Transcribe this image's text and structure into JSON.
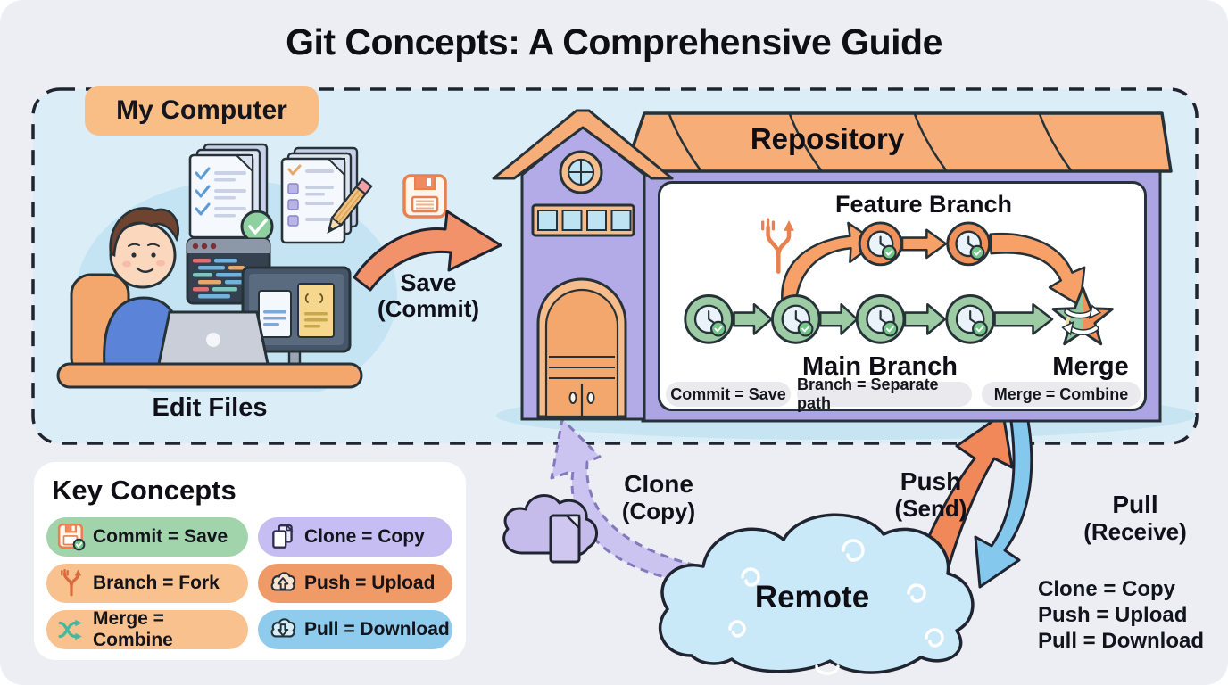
{
  "title": "Git Concepts: A Comprehensive Guide",
  "my_computer": {
    "label": "My Computer",
    "caption": "Edit Files"
  },
  "save_commit": {
    "line1": "Save",
    "line2": "(Commit)"
  },
  "repository": {
    "label": "Repository",
    "feature_branch_label": "Feature Branch",
    "main_branch_label": "Main Branch",
    "merge_label": "Merge",
    "pills": [
      "Commit = Save",
      "Branch = Separate path",
      "Merge = Combine"
    ],
    "main_branch_commits": 4,
    "feature_branch_commits": 2
  },
  "key_concepts": {
    "title": "Key Concepts",
    "items": [
      {
        "label": "Commit = Save",
        "icon": "floppy-disk-icon",
        "color": "#A2D4AC"
      },
      {
        "label": "Clone = Copy",
        "icon": "documents-icon",
        "color": "#C6BEF2"
      },
      {
        "label": "Branch = Fork",
        "icon": "fork-branch-icon",
        "color": "#F9C18D"
      },
      {
        "label": "Push = Upload",
        "icon": "cloud-upload-icon",
        "color": "#F09A68"
      },
      {
        "label": "Merge = Combine",
        "icon": "merge-shuffle-icon",
        "color": "#F9C18D"
      },
      {
        "label": "Pull = Download",
        "icon": "cloud-download-icon",
        "color": "#8ECBEC"
      }
    ]
  },
  "remote": {
    "label": "Remote"
  },
  "flows": {
    "clone": {
      "line1": "Clone",
      "line2": "(Copy)"
    },
    "push": {
      "line1": "Push",
      "line2": "(Send)"
    },
    "pull": {
      "line1": "Pull",
      "line2": "(Receive)"
    }
  },
  "legend": [
    "Clone = Copy",
    "Push = Upload",
    "Pull = Download"
  ],
  "palette": {
    "orange_roof": "#F6AD77",
    "orange_arrow": "#F0885A",
    "orange_light": "#F9BE86",
    "purple_wall": "#ADA4E4",
    "purple_arrow": "#CBC3F0",
    "green_node": "#9CCBA4",
    "blue_arrow": "#85C8EE",
    "box_blue": "#DBEDF7",
    "cloud_blue": "#C9E8F8",
    "page_bg": "#EDEEF3",
    "outline": "#263238"
  }
}
